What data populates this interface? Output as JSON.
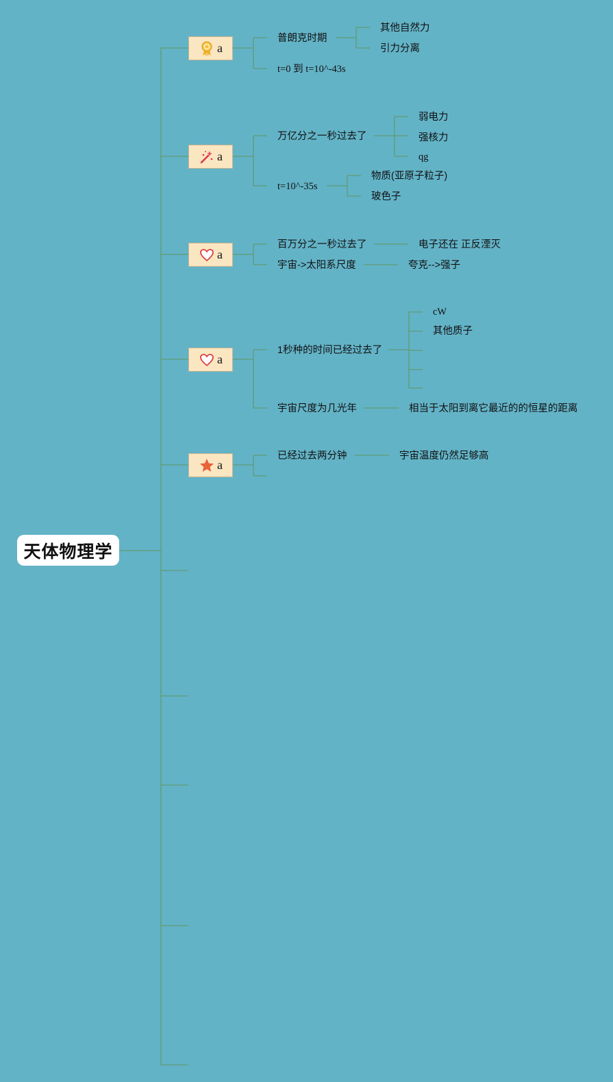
{
  "root": {
    "label": "天体物理学"
  },
  "colors": {
    "background": "#63b3c7",
    "line": "#5f9b73",
    "node_fill": "#fbe6c2"
  },
  "branches": [
    {
      "label": "a",
      "icon": "award-ribbon-icon",
      "children": [
        {
          "label": "普朗克时期",
          "children": [
            "其他自然力",
            "引力分离"
          ]
        },
        {
          "label": "t=0 到 t=10^-43s"
        }
      ]
    },
    {
      "label": "a",
      "icon": "magic-wand-icon",
      "children": [
        {
          "label": "万亿分之一秒过去了",
          "children": [
            "弱电力",
            "强核力",
            "qg"
          ]
        },
        {
          "label": "t=10^-35s",
          "children": [
            "物质(亚原子粒子)",
            "玻色子"
          ]
        }
      ]
    },
    {
      "label": "a",
      "icon": "heart-icon",
      "children": [
        {
          "label": "百万分之一秒过去了",
          "children": [
            "电子还在 正反湮灭"
          ]
        },
        {
          "label": "宇宙->太阳系尺度",
          "children": [
            "夸克-->强子"
          ]
        }
      ]
    },
    {
      "label": "a",
      "icon": "heart-icon",
      "children": [
        {
          "label": "1秒种的时间已经过去了",
          "children": [
            "cW",
            "其他质子",
            "",
            "",
            ""
          ]
        },
        {
          "label": "宇宙尺度为几光年",
          "children": [
            "相当于太阳到离它最近的的恒星的距离"
          ]
        }
      ]
    },
    {
      "label": "a",
      "icon": "star-icon",
      "children": [
        {
          "label": "已经过去两分钟",
          "children": [
            "宇宙温度仍然足够高"
          ]
        },
        {
          "label": ""
        }
      ]
    }
  ]
}
